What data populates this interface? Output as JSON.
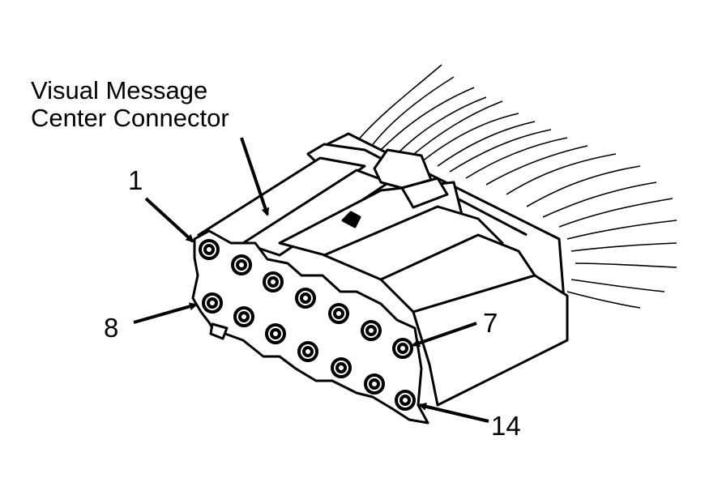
{
  "title_line1": "Visual Message",
  "title_line2": "Center Connector",
  "pin_labels": {
    "pin1": "1",
    "pin7": "7",
    "pin8": "8",
    "pin14": "14"
  },
  "colors": {
    "ink": "#000000",
    "paper": "#ffffff"
  },
  "connector": {
    "upper_row_pins": 7,
    "lower_row_pins": 7
  }
}
